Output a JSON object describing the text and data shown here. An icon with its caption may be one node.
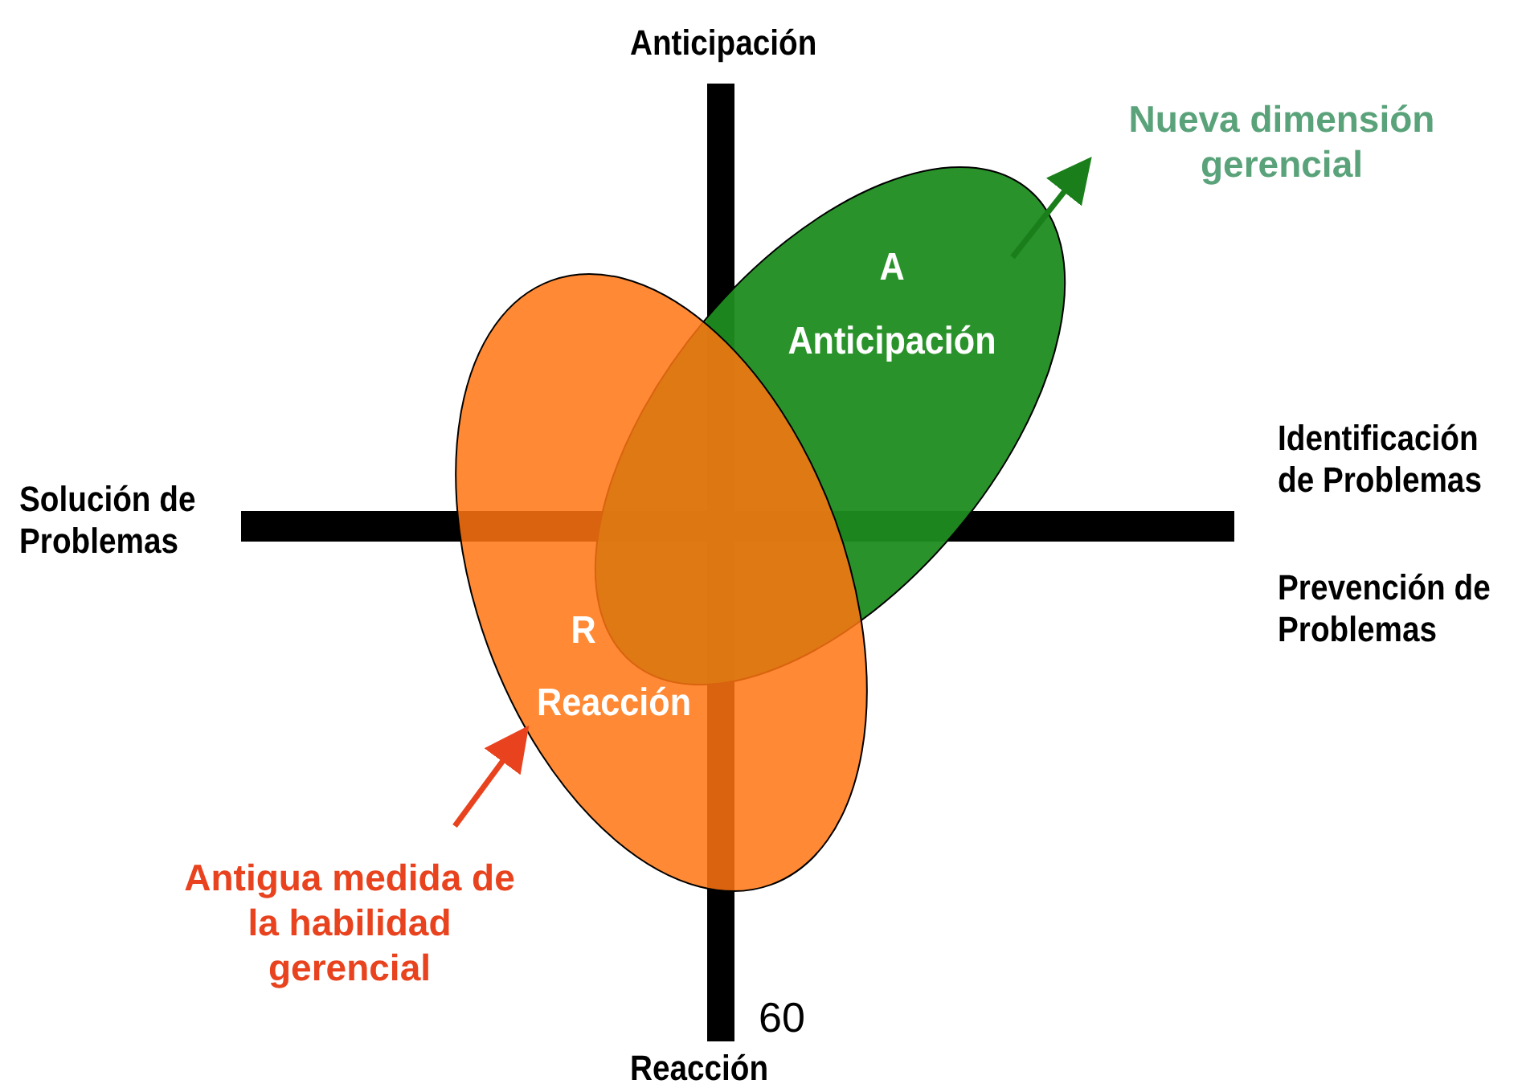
{
  "diagram": {
    "nodes": [
      {
        "text": [
          "A",
          "Anticipación"
        ]
      },
      {
        "text": [
          "R",
          "Reacción"
        ]
      },
      {
        "text": [
          "Nueva dimensión gerencial"
        ]
      },
      {
        "text": [
          "Antigua medida de la habilidad gerencial"
        ]
      }
    ],
    "edges": [
      {
        "from": 0,
        "to": 2,
        "arrow": "to",
        "color": "#1a7f1a"
      },
      {
        "from": 3,
        "to": 1,
        "arrow": "to",
        "color": "#e8431e"
      }
    ],
    "labels": [
      "Anticipación",
      "Solución de Problemas",
      "Identificación de Problemas",
      "Prevención de Problemas",
      "60",
      "Reacción"
    ]
  }
}
